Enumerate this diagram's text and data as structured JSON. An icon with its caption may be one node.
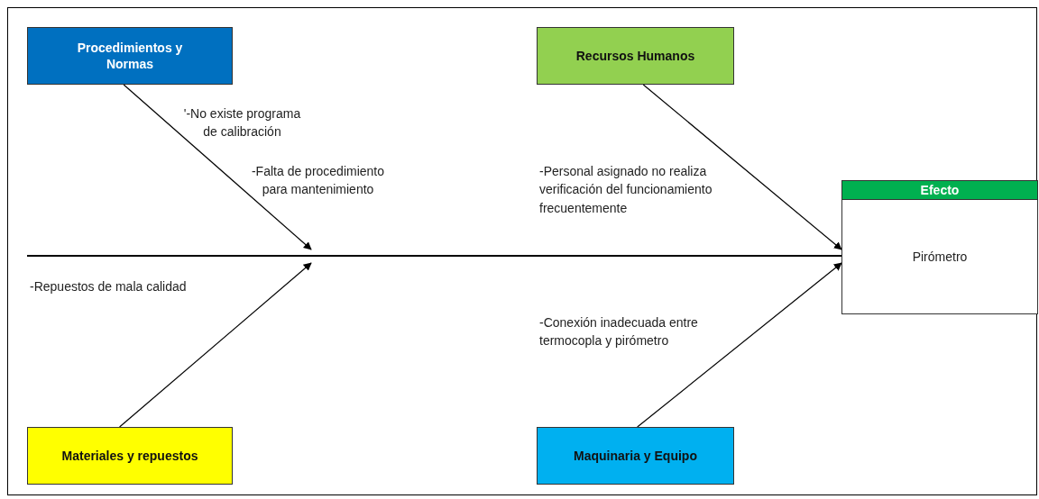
{
  "diagram": {
    "nodes": [
      {
        "text": [
          "Procedimientos y Normas"
        ]
      },
      {
        "text": [
          "Recursos Humanos"
        ]
      },
      {
        "text": [
          "Efecto",
          "Pirómetro"
        ]
      },
      {
        "text": [
          "Materiales y repuestos"
        ]
      },
      {
        "text": [
          "Maquinaria y Equipo"
        ]
      }
    ],
    "edges": [
      {
        "from": 0,
        "to": null,
        "arrow": "to"
      },
      {
        "from": 1,
        "to": 2,
        "arrow": "to"
      },
      {
        "from": 3,
        "to": null,
        "arrow": "to"
      },
      {
        "from": 4,
        "to": 2,
        "arrow": "to"
      },
      {
        "from": null,
        "to": 2,
        "arrow": "none"
      }
    ],
    "labels": [
      "'-No existe programa de calibración",
      "-Falta de procedimiento para mantenimiento",
      "-Personal asignado no realiza verificación del funcionamiento frecuentemente",
      "-Repuestos de mala calidad",
      "-Conexión inadecuada entre termocopla y pirómetro"
    ]
  }
}
